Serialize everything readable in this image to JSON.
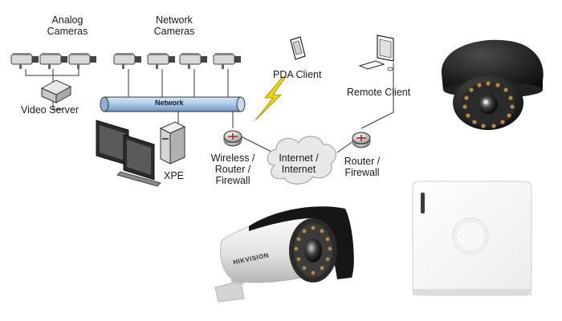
{
  "labels": {
    "analog_cameras": [
      "Analog",
      "Cameras"
    ],
    "network_cameras": [
      "Network",
      "Cameras"
    ],
    "pda_client": "PDA Client",
    "remote_client": "Remote Client",
    "video_server": "Video Server",
    "network": "Network",
    "xpe": "XPE",
    "wireless_router": [
      "Wireless /",
      "Router /",
      "Firewall"
    ],
    "internet": [
      "Internet /",
      "Internet"
    ],
    "router_firewall": [
      "Router /",
      "Firewall"
    ],
    "brand": "HIKVISION"
  },
  "colors": {
    "network_bar": "#a9c7e6",
    "bolt": "#f2d500",
    "dome_body": "#1c1c1c",
    "ir_led": "#b8863f",
    "bullet_body": "#e6e6e6"
  },
  "icons": [
    "camera-icon",
    "video-server-icon",
    "monitor-icon",
    "pc-tower-icon",
    "router-icon",
    "cloud-icon",
    "pda-icon",
    "lightning-icon",
    "remote-client-icon"
  ]
}
